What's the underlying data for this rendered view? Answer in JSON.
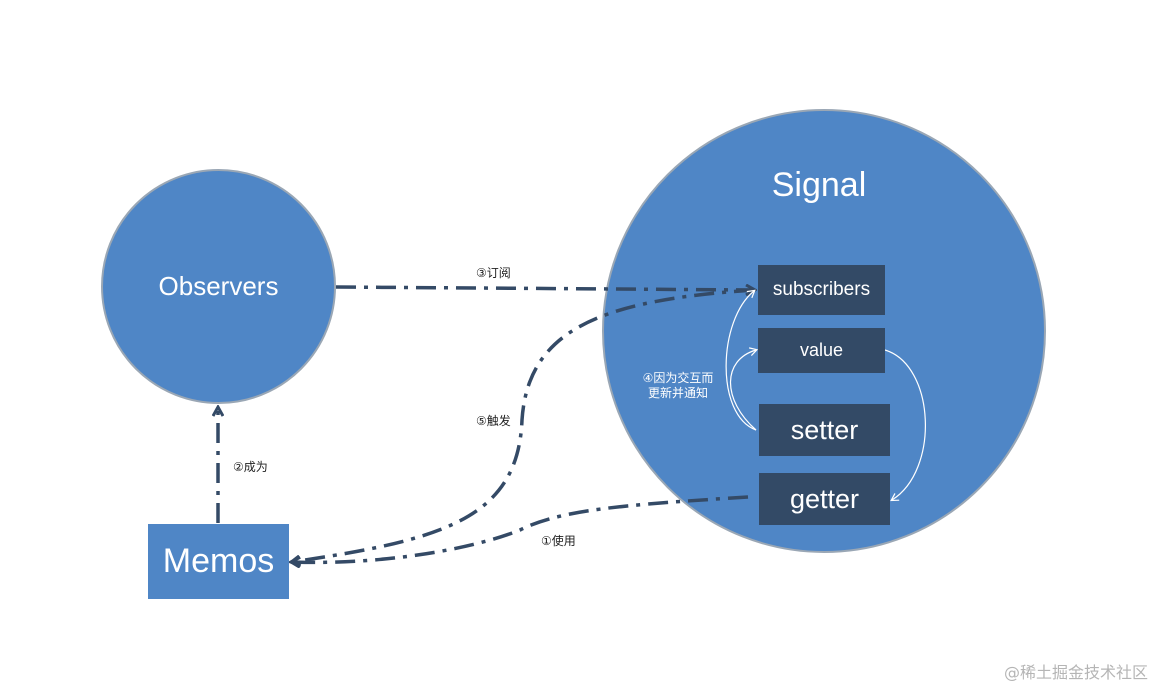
{
  "colors": {
    "node_blue": "#4f86c6",
    "node_dark": "#334a66",
    "edge": "#344a66",
    "circle_border": "#9aa7b5"
  },
  "nodes": {
    "observers": "Observers",
    "signal": "Signal",
    "memos": "Memos",
    "subscribers": "subscribers",
    "value": "value",
    "setter": "setter",
    "getter": "getter"
  },
  "edges": {
    "subscribe": "③订阅",
    "become": "②成为",
    "trigger": "⑤触发",
    "use": "①使用",
    "notify_line1": "④因为交互而",
    "notify_line2": "更新并通知"
  },
  "watermark": "@稀土掘金技术社区"
}
